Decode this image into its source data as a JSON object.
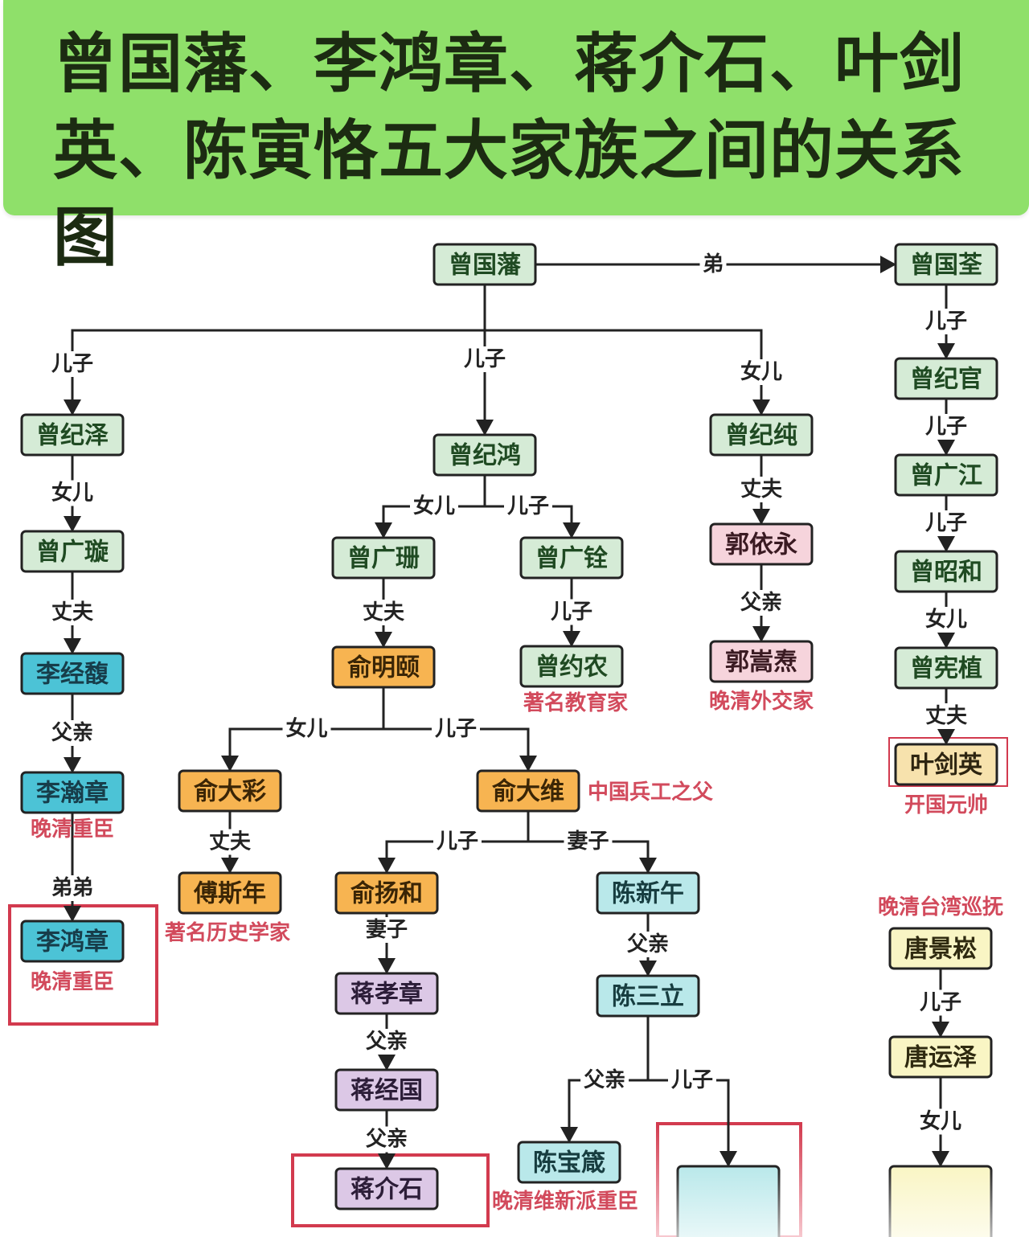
{
  "header": {
    "title": "曾国藩、李鸿章、蒋介石、叶剑英、陈寅恪五大家族之间的关系图"
  },
  "palette": {
    "zeng": {
      "fill": "#d5ebd6",
      "text": "#1f4a22"
    },
    "li": {
      "fill": "#4cc3d6",
      "text": "#173d4a"
    },
    "yu": {
      "fill": "#f7b451",
      "text": "#3a2506"
    },
    "guo": {
      "fill": "#f6d4dc",
      "text": "#3a1a22"
    },
    "jiang": {
      "fill": "#dcc8e6",
      "text": "#2c1d38"
    },
    "chen": {
      "fill": "#b9e8ea",
      "text": "#173d40"
    },
    "tang": {
      "fill": "#f9f5c4",
      "text": "#2f2a10"
    },
    "ye": {
      "fill": "#f7e2ad",
      "text": "#2d2410"
    },
    "border": "#222222",
    "highlight": "#d23a4e",
    "note": "#d24a5c"
  },
  "nodes": [
    {
      "id": "zengguofan",
      "name": "曾国藩",
      "family": "zeng"
    },
    {
      "id": "zengguoquan",
      "name": "曾国荃",
      "family": "zeng"
    },
    {
      "id": "zengjize",
      "name": "曾纪泽",
      "family": "zeng"
    },
    {
      "id": "zengjihong",
      "name": "曾纪鸿",
      "family": "zeng"
    },
    {
      "id": "zengjichun",
      "name": "曾纪纯",
      "family": "zeng"
    },
    {
      "id": "zengjiguan",
      "name": "曾纪官",
      "family": "zeng"
    },
    {
      "id": "zengguangxuan",
      "name": "曾广璇",
      "family": "zeng"
    },
    {
      "id": "zengguangshan",
      "name": "曾广珊",
      "family": "zeng"
    },
    {
      "id": "zengguangquan",
      "name": "曾广铨",
      "family": "zeng"
    },
    {
      "id": "guoyiyong",
      "name": "郭依永",
      "family": "guo"
    },
    {
      "id": "zengguangjiang",
      "name": "曾广江",
      "family": "zeng"
    },
    {
      "id": "zengzhaohe",
      "name": "曾昭和",
      "family": "zeng"
    },
    {
      "id": "lijingfu",
      "name": "李经馥",
      "family": "li"
    },
    {
      "id": "yumingyi",
      "name": "俞明颐",
      "family": "yu"
    },
    {
      "id": "zengyuenong",
      "name": "曾约农",
      "family": "zeng"
    },
    {
      "id": "guosongtao",
      "name": "郭嵩焘",
      "family": "guo"
    },
    {
      "id": "zengxianzhi",
      "name": "曾宪植",
      "family": "zeng"
    },
    {
      "id": "yejianying",
      "name": "叶剑英",
      "family": "ye"
    },
    {
      "id": "lihanzhang",
      "name": "李瀚章",
      "family": "li"
    },
    {
      "id": "yudacai",
      "name": "俞大彩",
      "family": "yu"
    },
    {
      "id": "yudawei",
      "name": "俞大维",
      "family": "yu"
    },
    {
      "id": "lihongzhang",
      "name": "李鸿章",
      "family": "li"
    },
    {
      "id": "fusinian",
      "name": "傅斯年",
      "family": "yu"
    },
    {
      "id": "yuyanghe",
      "name": "俞扬和",
      "family": "yu"
    },
    {
      "id": "chenxinwu",
      "name": "陈新午",
      "family": "chen"
    },
    {
      "id": "tangjingsong",
      "name": "唐景崧",
      "family": "tang"
    },
    {
      "id": "jiangxiaozhang",
      "name": "蒋孝章",
      "family": "jiang"
    },
    {
      "id": "chensanli",
      "name": "陈三立",
      "family": "chen"
    },
    {
      "id": "tangyunze",
      "name": "唐运泽",
      "family": "tang"
    },
    {
      "id": "jiangjingguo",
      "name": "蒋经国",
      "family": "jiang"
    },
    {
      "id": "jiangjieshi",
      "name": "蒋介石",
      "family": "jiang"
    },
    {
      "id": "chenbaozhen",
      "name": "陈宝箴",
      "family": "chen"
    },
    {
      "id": "hidden_chen",
      "name": "",
      "family": "chen"
    },
    {
      "id": "hidden_tang",
      "name": "",
      "family": "tang"
    }
  ],
  "edges": [
    {
      "from": "zengguofan",
      "to": "zengguoquan",
      "label": "弟"
    },
    {
      "from": "zengguofan",
      "to": "zengjize",
      "label": "儿子"
    },
    {
      "from": "zengguofan",
      "to": "zengjihong",
      "label": "儿子"
    },
    {
      "from": "zengguofan",
      "to": "zengjichun",
      "label": "女儿"
    },
    {
      "from": "zengguoquan",
      "to": "zengjiguan",
      "label": "儿子"
    },
    {
      "from": "zengjiguan",
      "to": "zengguangjiang",
      "label": "儿子"
    },
    {
      "from": "zengguangjiang",
      "to": "zengzhaohe",
      "label": "儿子"
    },
    {
      "from": "zengzhaohe",
      "to": "zengxianzhi",
      "label": "女儿"
    },
    {
      "from": "zengxianzhi",
      "to": "yejianying",
      "label": "丈夫"
    },
    {
      "from": "zengjize",
      "to": "zengguangxuan",
      "label": "女儿"
    },
    {
      "from": "zengguangxuan",
      "to": "lijingfu",
      "label": "丈夫"
    },
    {
      "from": "lijingfu",
      "to": "lihanzhang",
      "label": "父亲"
    },
    {
      "from": "lihanzhang",
      "to": "lihongzhang",
      "label": "弟弟"
    },
    {
      "from": "zengjihong",
      "to": "zengguangshan",
      "label": "女儿"
    },
    {
      "from": "zengjihong",
      "to": "zengguangquan",
      "label": "儿子"
    },
    {
      "from": "zengguangshan",
      "to": "yumingyi",
      "label": "丈夫"
    },
    {
      "from": "zengguangquan",
      "to": "zengyuenong",
      "label": "儿子"
    },
    {
      "from": "zengjichun",
      "to": "guoyiyong",
      "label": "丈夫"
    },
    {
      "from": "guoyiyong",
      "to": "guosongtao",
      "label": "父亲"
    },
    {
      "from": "yumingyi",
      "to": "yudacai",
      "label": "女儿"
    },
    {
      "from": "yumingyi",
      "to": "yudawei",
      "label": "儿子"
    },
    {
      "from": "yudacai",
      "to": "fusinian",
      "label": "丈夫"
    },
    {
      "from": "yudawei",
      "to": "yuyanghe",
      "label": "儿子"
    },
    {
      "from": "yudawei",
      "to": "chenxinwu",
      "label": "妻子"
    },
    {
      "from": "yuyanghe",
      "to": "jiangxiaozhang",
      "label": "妻子"
    },
    {
      "from": "jiangxiaozhang",
      "to": "jiangjingguo",
      "label": "父亲"
    },
    {
      "from": "jiangjingguo",
      "to": "jiangjieshi",
      "label": "父亲"
    },
    {
      "from": "chenxinwu",
      "to": "chensanli",
      "label": "父亲"
    },
    {
      "from": "chensanli",
      "to": "chenbaozhen",
      "label": "父亲"
    },
    {
      "from": "chensanli",
      "to": "hidden_chen",
      "label": "儿子"
    },
    {
      "from": "tangjingsong",
      "to": "tangyunze",
      "label": "儿子"
    },
    {
      "from": "tangyunze",
      "to": "hidden_tang",
      "label": "女儿"
    }
  ],
  "notes": [
    {
      "node": "zengyuenong",
      "text": "著名教育家"
    },
    {
      "node": "guosongtao",
      "text": "晚清外交家"
    },
    {
      "node": "yejianying",
      "text": "开国元帅"
    },
    {
      "node": "lihanzhang",
      "text": "晚清重臣"
    },
    {
      "node": "yudawei",
      "text": "中国兵工之父"
    },
    {
      "node": "lihongzhang",
      "text": "晚清重臣"
    },
    {
      "node": "fusinian",
      "text": "著名历史学家"
    },
    {
      "node": "tangjingsong",
      "text": "晚清台湾巡抚"
    },
    {
      "node": "chenbaozhen",
      "text": "晚清维新派重臣"
    }
  ],
  "highlighted": [
    "lihongzhang",
    "jiangjieshi",
    "yejianying",
    "hidden_chen"
  ]
}
